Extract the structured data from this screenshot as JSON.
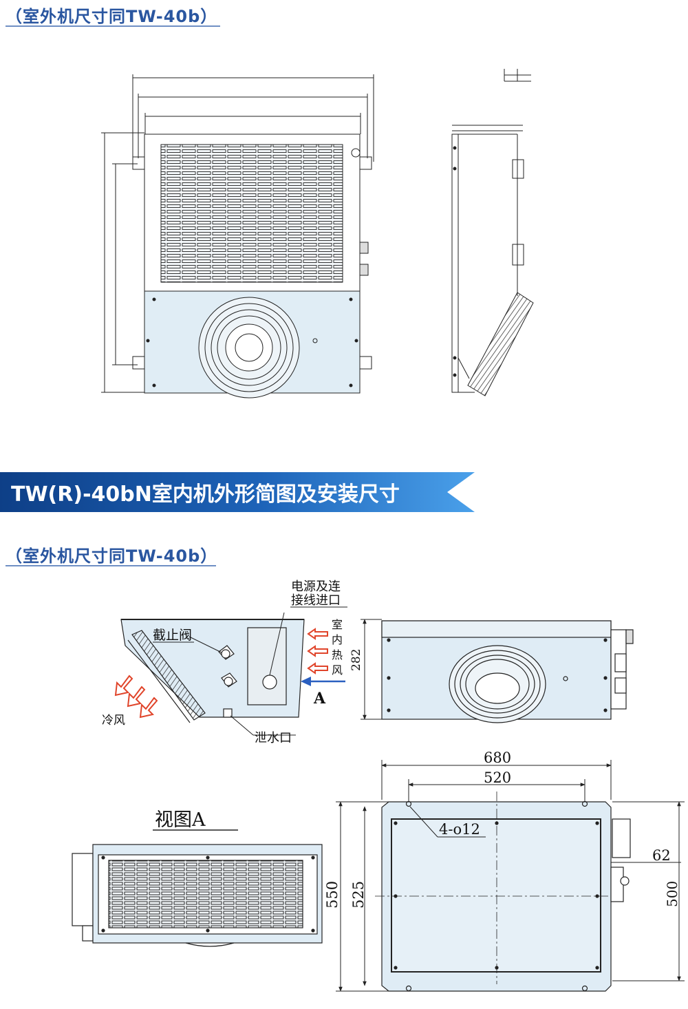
{
  "section_top": {
    "note": "（室外机尺寸同TW-40b）"
  },
  "banner": {
    "title": "TW(R)-40bN室内机外形简图及安装尺寸",
    "color_dark": "#0e3f87",
    "color_light": "#3c8fe0"
  },
  "section_bottom": {
    "note": "（室外机尺寸同TW-40b）"
  },
  "side_view": {
    "label_valve": "截止阀",
    "label_power_1": "电源及连",
    "label_power_2": "接线进口",
    "label_cold_air": "冷风",
    "label_drain": "泄水口",
    "label_hot_air": [
      "室",
      "内",
      "热",
      "风"
    ],
    "label_arrow_a": "A"
  },
  "front_view": {
    "dim_height": "282"
  },
  "view_a": {
    "title": "视图A",
    "dim_height": "550"
  },
  "plan_view": {
    "dim_width_outer": "680",
    "dim_width_inner": "520",
    "dim_holes": "4-o12",
    "dim_62": "62",
    "dim_525": "525",
    "dim_500": "500"
  },
  "colors": {
    "panel_fill": "#dfecf5",
    "accent_arrow": "#e0442a",
    "blue_arrow": "#2a5fc0"
  }
}
